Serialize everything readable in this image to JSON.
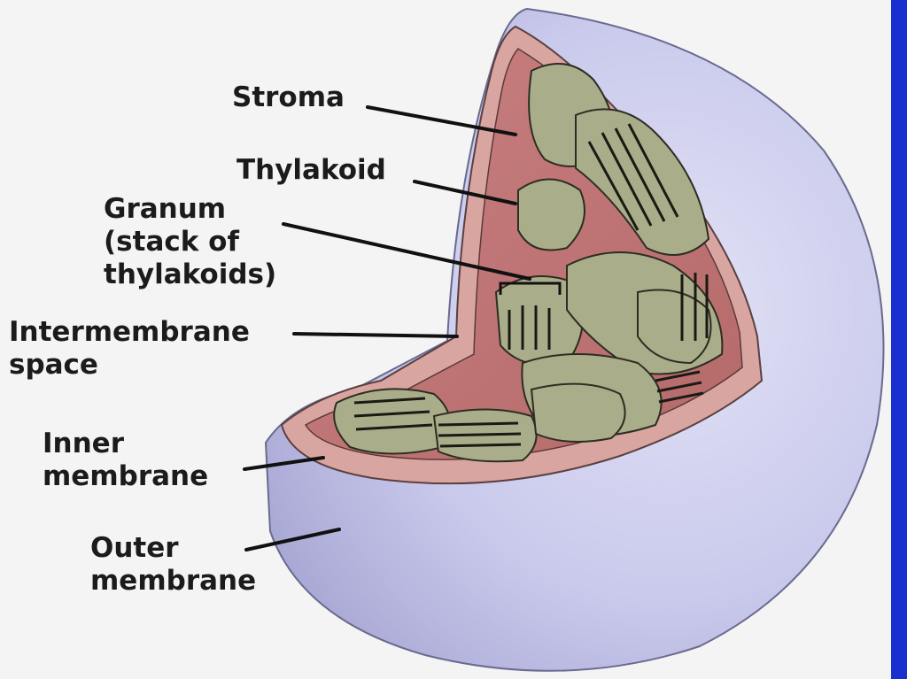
{
  "labels": {
    "stroma": "Stroma",
    "thylakoid": "Thylakoid",
    "granum": "Granum\n(stack of\nthylakoids)",
    "intermembrane": "Intermembrane\nspace",
    "inner": "Inner\nmembrane",
    "outer": "Outer\nmembrane"
  },
  "colors": {
    "outer_membrane": "#c9c9ec",
    "inner_membrane": "#cf8f8a",
    "stroma": "#c67b7b",
    "thylakoid": "#a9ad8a",
    "side_bar": "#1a2fd0"
  }
}
